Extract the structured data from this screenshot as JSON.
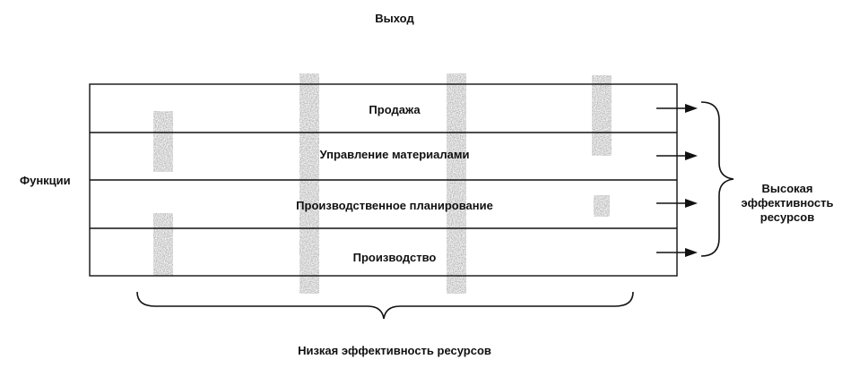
{
  "top_label": "Выход",
  "left_label": "Функции",
  "bottom_label": "Низкая эффективность ресурсов",
  "right_label": "Высокая эффективность ресурсов",
  "rows": [
    {
      "label": "Продажа"
    },
    {
      "label": "Управление материалами"
    },
    {
      "label": "Производственное планирование"
    },
    {
      "label": "Производство"
    }
  ],
  "colors": {
    "line": "#111111",
    "shading": "#8a8a8a",
    "background": "#ffffff"
  }
}
